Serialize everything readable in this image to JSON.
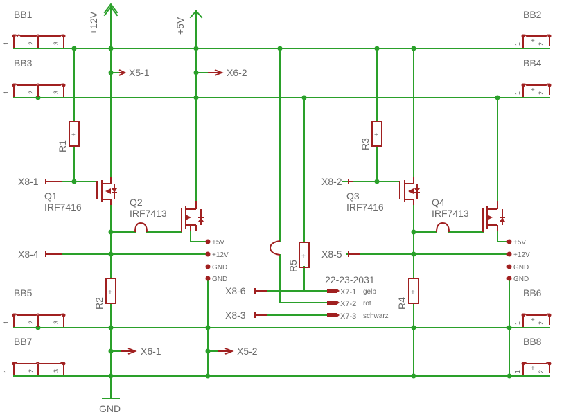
{
  "connectors": {
    "bb1": {
      "name": "BB1",
      "pins": [
        "1",
        "2",
        "3"
      ]
    },
    "bb3": {
      "name": "BB3",
      "pins": [
        "1",
        "2",
        "3"
      ]
    },
    "bb5": {
      "name": "BB5",
      "pins": [
        "1",
        "2",
        "3"
      ]
    },
    "bb7": {
      "name": "BB7",
      "pins": [
        "1",
        "2",
        "3"
      ]
    },
    "bb2": {
      "name": "BB2",
      "pins": [
        "1",
        "2"
      ]
    },
    "bb4": {
      "name": "BB4",
      "pins": [
        "1",
        "2"
      ]
    },
    "bb6": {
      "name": "BB6",
      "pins": [
        "1",
        "2"
      ]
    },
    "bb8": {
      "name": "BB8",
      "pins": [
        "1",
        "2"
      ]
    }
  },
  "supplies": {
    "v12": "+12V",
    "v5": "+5V",
    "gnd": "GND"
  },
  "resistors": {
    "r1": "R1",
    "r2": "R2",
    "r3": "R3",
    "r4": "R4",
    "r5": "R5"
  },
  "transistors": {
    "q1": {
      "name": "Q1",
      "value": "IRF7416"
    },
    "q2": {
      "name": "Q2",
      "value": "IRF7413"
    },
    "q3": {
      "name": "Q3",
      "value": "IRF7416"
    },
    "q4": {
      "name": "Q4",
      "value": "IRF7413"
    }
  },
  "pads": {
    "x5_1": "X5-1",
    "x6_2": "X6-2",
    "x6_1": "X6-1",
    "x5_2": "X5-2",
    "x8_1": "X8-1",
    "x8_2": "X8-2",
    "x8_3": "X8-3",
    "x8_4": "X8-4",
    "x8_5": "X8-5",
    "x8_6": "X8-6",
    "x7_1": "X7-1",
    "x7_2": "X7-2",
    "x7_3": "X7-3"
  },
  "wire_labels": {
    "gelb": "gelb",
    "rot": "rot",
    "schwarz": "schwarz"
  },
  "part_number": "22-23-2031",
  "power_pins": {
    "left": [
      "+5V",
      "+12V",
      "GND",
      "GND"
    ],
    "right": [
      "+5V",
      "+12V",
      "GND",
      "GND"
    ]
  },
  "plus_sign": "+",
  "colors": {
    "wire": "#2aa02a",
    "part": "#a02020",
    "text": "#6a6a6a"
  }
}
